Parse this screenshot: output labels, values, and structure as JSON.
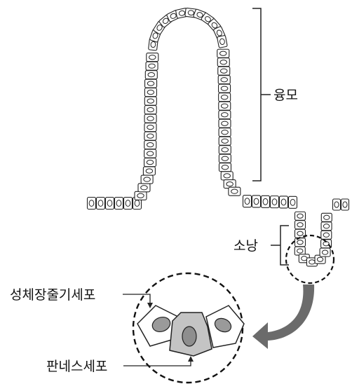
{
  "labels": {
    "villus": "융모",
    "crypt": "소낭",
    "stem_cell": "성체장줄기세포",
    "paneth_cell": "판네스세포"
  },
  "colors": {
    "cell_stroke": "#222222",
    "cell_fill": "#ffffff",
    "nucleus_fill": "#ffffff",
    "stem_nucleus_fill": "#9a9a9a",
    "paneth_cell_fill": "#c4c4c4",
    "paneth_nucleus_fill": "#8e8e8e",
    "arrow_fill": "#6b6b6b"
  }
}
